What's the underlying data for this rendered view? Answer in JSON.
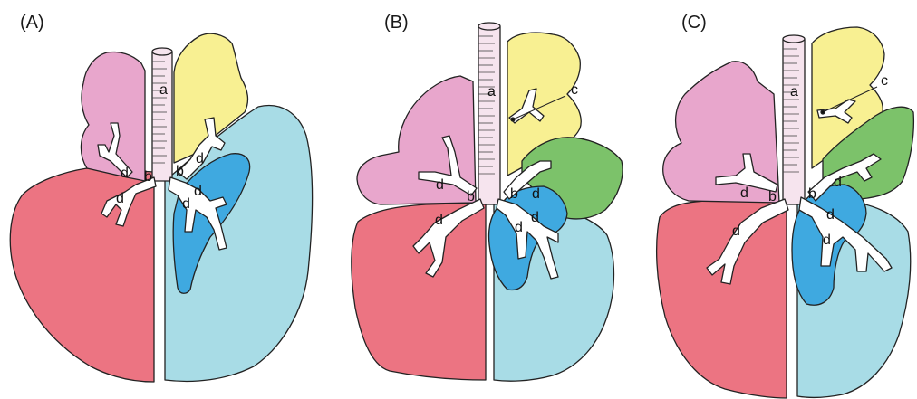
{
  "panels": [
    {
      "label": "(A)",
      "marks": {
        "a": "a",
        "b": "b",
        "d": "d"
      }
    },
    {
      "label": "(B)",
      "marks": {
        "a": "a",
        "b": "b",
        "c": "c",
        "d": "d"
      }
    },
    {
      "label": "(C)",
      "marks": {
        "a": "a",
        "b": "b",
        "c": "c",
        "d": "d"
      }
    }
  ],
  "colors": {
    "trachea": "#f6e4ee",
    "pink_lobe": "#e8a6cc",
    "yellow_lobe": "#f8f092",
    "green_lobe": "#7cc26a",
    "red_lobe": "#ec7482",
    "light_blue_lobe": "#a8dce6",
    "blue_lobe": "#3fa9e0",
    "airway": "#ffffff",
    "outline": "#222222"
  }
}
